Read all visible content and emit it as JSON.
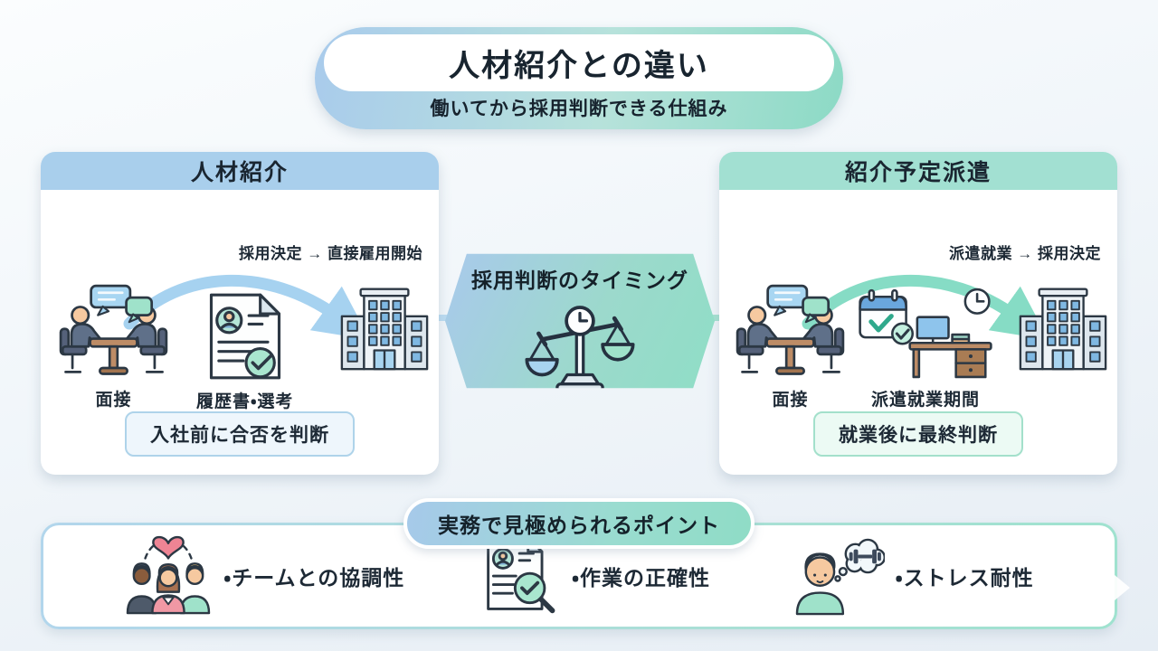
{
  "page": {
    "title": "人材紹介との違い",
    "subtitle": "働いてから採用判断できる仕組み"
  },
  "left_card": {
    "header": "人材紹介",
    "arrow_caption": "採用決定 → 直接雇用開始",
    "steps": [
      {
        "icon": "interview-icon",
        "label": "面接"
      },
      {
        "icon": "resume-check-icon",
        "label": "履歴書・選考"
      },
      {
        "icon": "office-building-icon",
        "label": ""
      }
    ],
    "badge": "入社前に合否を判断"
  },
  "center": {
    "title": "採用判断のタイミング",
    "icon": "balance-scale-clock-icon"
  },
  "right_card": {
    "header": "紹介予定派遣",
    "arrow_caption": "派遣就業 → 採用決定",
    "steps": [
      {
        "icon": "interview-icon",
        "label": "面接"
      },
      {
        "icon": "work-period-desk-icon",
        "label": "派遣就業期間"
      },
      {
        "icon": "office-building-icon",
        "label": ""
      }
    ],
    "badge": "就業後に最終判断"
  },
  "bottom": {
    "title": "実務で見極められるポイント",
    "items": [
      {
        "icon": "team-heart-icon",
        "label": "・チームとの協調性"
      },
      {
        "icon": "document-magnifier-check-icon",
        "label": "・作業の正確性"
      },
      {
        "icon": "person-dumbbell-thought-icon",
        "label": "・ストレス耐性"
      }
    ]
  },
  "colors": {
    "ink": "#1d2935",
    "outline": "#2c3844",
    "blue-header": "#a9cfec",
    "mint-header": "#a2e0d2",
    "blue-light": "#a6d2f0",
    "mint-light": "#8fdcc6",
    "badge-blue-border": "#aed3ea",
    "badge-blue-bg": "#eef6fc",
    "badge-mint-border": "#a3e0cb",
    "badge-mint-bg": "#ecfaf4"
  }
}
